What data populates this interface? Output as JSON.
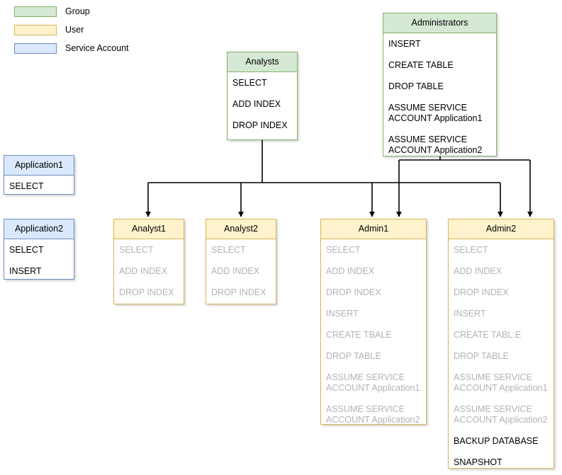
{
  "legend": {
    "items": [
      {
        "label": "Group",
        "swatch_color": "#d5e8d4",
        "swatch_border": "#82b366"
      },
      {
        "label": "User",
        "swatch_color": "#fff2cc",
        "swatch_border": "#d6b656"
      },
      {
        "label": "Service Account",
        "swatch_color": "#dae8fc",
        "swatch_border": "#6c8ebf"
      }
    ]
  },
  "groups": {
    "analysts": {
      "title": "Analysts",
      "permissions": [
        "SELECT",
        "ADD INDEX",
        "DROP INDEX"
      ]
    },
    "administrators": {
      "title": "Administrators",
      "permissions": [
        "INSERT",
        "CREATE TABLE",
        "DROP TABLE",
        "ASSUME SERVICE\nACCOUNT Application1",
        "ASSUME SERVICE\nACCOUNT Application2"
      ]
    }
  },
  "service_accounts": {
    "application1": {
      "title": "Application1",
      "permissions": [
        "SELECT"
      ]
    },
    "application2": {
      "title": "Application2",
      "permissions": [
        "SELECT",
        "INSERT"
      ]
    }
  },
  "users": {
    "analyst1": {
      "title": "Analyst1",
      "permissions": [
        {
          "text": "SELECT",
          "inherited": true
        },
        {
          "text": "ADD INDEX",
          "inherited": true
        },
        {
          "text": "DROP INDEX",
          "inherited": true
        }
      ]
    },
    "analyst2": {
      "title": "Analyst2",
      "permissions": [
        {
          "text": "SELECT",
          "inherited": true
        },
        {
          "text": "ADD INDEX",
          "inherited": true
        },
        {
          "text": "DROP INDEX",
          "inherited": true
        }
      ]
    },
    "admin1": {
      "title": "Admin1",
      "permissions": [
        {
          "text": "SELECT",
          "inherited": true
        },
        {
          "text": "ADD INDEX",
          "inherited": true
        },
        {
          "text": "DROP INDEX",
          "inherited": true
        },
        {
          "text": "INSERT",
          "inherited": true
        },
        {
          "text": "CREATE TBALE",
          "inherited": true
        },
        {
          "text": "DROP TABLE",
          "inherited": true
        },
        {
          "text": "ASSUME SERVICE\nACCOUNT Application1",
          "inherited": true
        },
        {
          "text": "ASSUME SERVICE\nACCOUNT Application2",
          "inherited": true
        }
      ]
    },
    "admin2": {
      "title": "Admin2",
      "permissions": [
        {
          "text": "SELECT",
          "inherited": true
        },
        {
          "text": "ADD INDEX",
          "inherited": true
        },
        {
          "text": "DROP INDEX",
          "inherited": true
        },
        {
          "text": "INSERT",
          "inherited": true
        },
        {
          "text": "CREATE TABL:E",
          "inherited": true
        },
        {
          "text": "DROP TABLE",
          "inherited": true
        },
        {
          "text": "ASSUME SERVICE\nACCOUNT Application1",
          "inherited": true
        },
        {
          "text": "ASSUME SERVICE\nACCOUNT Application2",
          "inherited": true
        },
        {
          "text": "BACKUP DATABASE",
          "inherited": false
        },
        {
          "text": "SNAPSHOT",
          "inherited": false
        }
      ]
    }
  },
  "colors": {
    "group_fill": "#d5e8d4",
    "group_stroke": "#82b366",
    "user_fill": "#fff2cc",
    "user_stroke": "#d6b656",
    "service_fill": "#dae8fc",
    "service_stroke": "#6c8ebf",
    "edge": "#000000",
    "inherited_text": "#b3b3b3"
  }
}
